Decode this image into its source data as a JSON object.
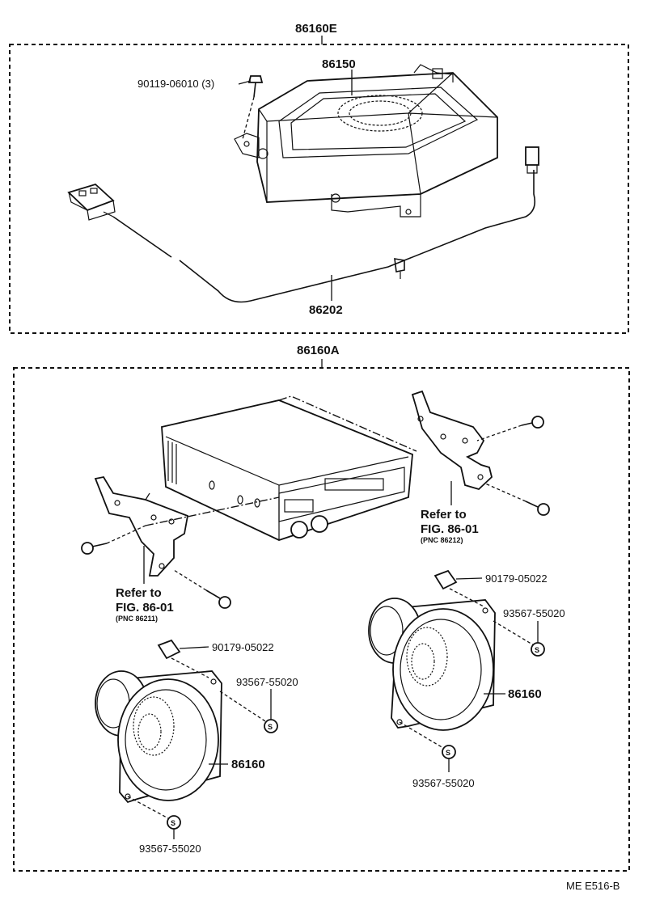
{
  "upper_assembly": {
    "assembly_no": "86160E",
    "amplifier": "86150",
    "screw": "90119-06010 (3)",
    "wire": "86202"
  },
  "lower_assembly": {
    "assembly_no": "86160A",
    "left_bracket_ref": {
      "line1": "Refer to",
      "line2": "FIG. 86-01",
      "line3": "(PNC 86211)"
    },
    "right_bracket_ref": {
      "line1": "Refer to",
      "line2": "FIG. 86-01",
      "line3": "(PNC 86212)"
    },
    "left_speaker": {
      "speaker": "86160",
      "clip": "90179-05022",
      "screw_a": "93567-55020",
      "screw_b": "93567-55020",
      "screw_symbol": "S"
    },
    "right_speaker": {
      "speaker": "86160",
      "clip": "90179-05022",
      "screw_a": "93567-55020",
      "screw_b": "93567-55020",
      "screw_symbol": "S"
    }
  },
  "footer": {
    "code": "ME  E516-B"
  }
}
